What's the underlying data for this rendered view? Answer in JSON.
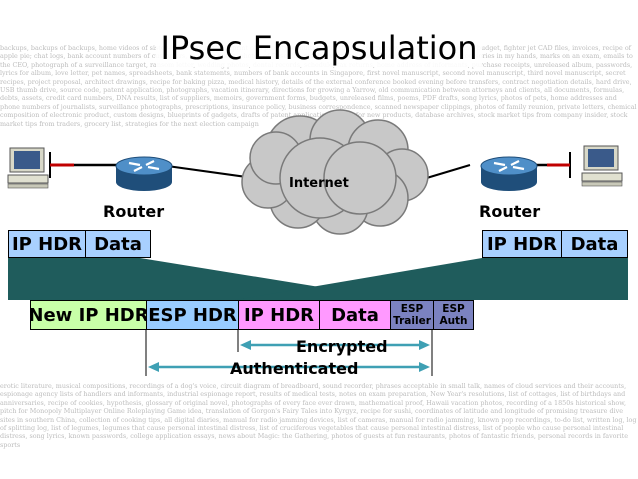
{
  "title": "IPsec Encapsulation",
  "internet_label": "Internet",
  "routers": {
    "left_label": "Router",
    "right_label": "Router"
  },
  "original_packet": {
    "ip_hdr": "IP HDR",
    "data": "Data"
  },
  "new_packet": {
    "new_ip_hdr": "New IP HDR",
    "esp_hdr": "ESP HDR",
    "ip_hdr": "IP HDR",
    "data": "Data",
    "esp_trailer_line1": "ESP",
    "esp_trailer_line2": "Trailer",
    "esp_auth_line1": "ESP",
    "esp_auth_line2": "Auth"
  },
  "ranges": {
    "encrypted": "Encrypted",
    "authenticated": "Authenticated"
  },
  "background_text": {
    "top": "backups, backups of backups, home videos of sister-in-law; recipe, blueprint of a prototype multi-copter drone, company wiki, letterhead, resume, budget, fighter jet CAD files, invoices, recipe of apple pie; chat logs, bank account numbers of customers, meeting notes, photos of Rose, lab results, vacation reservations, list of debts and accessories in my hands, marks on an exam, emails to the CEO, photograph of a surveillance target, ransom letter, wedding photos, dental records, schedule, tax returns, home address of informants, purchase receipts, unreleased album, passwords, lyrics for album, love letter, pet names, spreadsheets, bank statements, numbers of bank accounts in Singapore, first novel manuscript, second novel manuscript, third novel manuscript, secret recipes, project proposal, architect drawings, recipe for baking pizza, medical history, details of the external conference booked evening before transfers, contract negotiation details, hard drive, USB thumb drive, source code, patent application, photographs, vacation itinerary, directions for growing a Yarrow, old communication between attorneys and clients, all documents, formulas, debts, assets, credit card numbers, DNA results, list of suppliers, memoirs, government forms, budgets, unreleased films, poems, PDF drafts, song lyrics, photos of pets, home addresses and phone numbers of journalists, surveillance photographs, prescriptions, insurance policy, business correspondence, scanned newspaper clippings, photos of family reunion, private letters, chemical composition of electronic product, custom designs, blueprints of gadgets, drafts of patent applications, ideas for new products, database archives, stock market tips from company insider, stock market tips from traders, grocery list, strategies for the next election campaign",
    "bottom": "erotic literature, musical compositions, recordings of a dog's voice, circuit diagram of breadboard, sound recorder, phrases acceptable in small talk, names of cloud services and their accounts, espionage agency lists of handlers and informants, industrial espionage report, results of medical tests, notes on exam preparation, New Year's resolutions, list of cottages, list of birthdays and anniversaries, recipe of cookies, hypothesis, glossary of original novel, photographs of every face ever drawn, mathematical proof, Hawaii vacation photos, recording of a 1850s historical show, pitch for Monopoly Multiplayer Online Roleplaying Game idea, translation of Gorgon's Fairy Tales into Kyrgyz, recipe for sushi, coordinates of latitude and longitude of promising treasure dive sites in southern China, collection of cooking tips, all digital diaries, manual for radio jamming devices, list of cameras, manual for radio jamming, known pop recordings, to-do list, written log, log of splitting log, list of legumes, legumes that cause personal intestinal distress, list of cruciferous vegetables that cause personal intestinal distress, list of people who cause personal intestinal distress, song lyrics, known passwords, college application essays, news about Magic: the Gathering, photos of guests at fun restaurants, photos of fantastic friends, personal records in favorite sports"
  },
  "colors": {
    "ip_box": "#a8d0ff",
    "new_ip": "#c8ffa8",
    "esp": "#99ccff",
    "inner": "#ff99ff",
    "trailer": "#7b82c0",
    "funnel": "#1f5c5c",
    "arrow": "#3fa0b4",
    "router": "#2e6fa6",
    "cloud": "#c8c8c8"
  }
}
